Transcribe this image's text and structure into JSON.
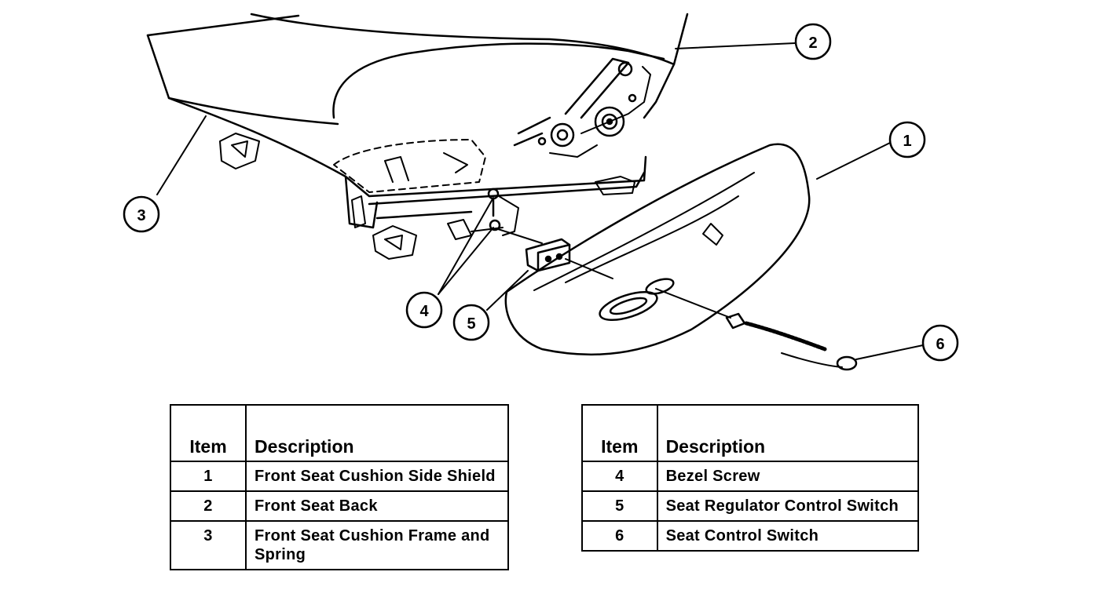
{
  "callouts": [
    "1",
    "2",
    "3",
    "4",
    "5",
    "6"
  ],
  "legend_left": {
    "header": {
      "item": "Item",
      "description": "Description"
    },
    "rows": [
      {
        "item": "1",
        "description": "Front Seat Cushion Side Shield"
      },
      {
        "item": "2",
        "description": "Front Seat Back"
      },
      {
        "item": "3",
        "description": "Front Seat Cushion Frame and Spring"
      }
    ]
  },
  "legend_right": {
    "header": {
      "item": "Item",
      "description": "Description"
    },
    "rows": [
      {
        "item": "4",
        "description": "Bezel Screw"
      },
      {
        "item": "5",
        "description": "Seat Regulator Control Switch"
      },
      {
        "item": "6",
        "description": "Seat Control Switch"
      }
    ]
  }
}
